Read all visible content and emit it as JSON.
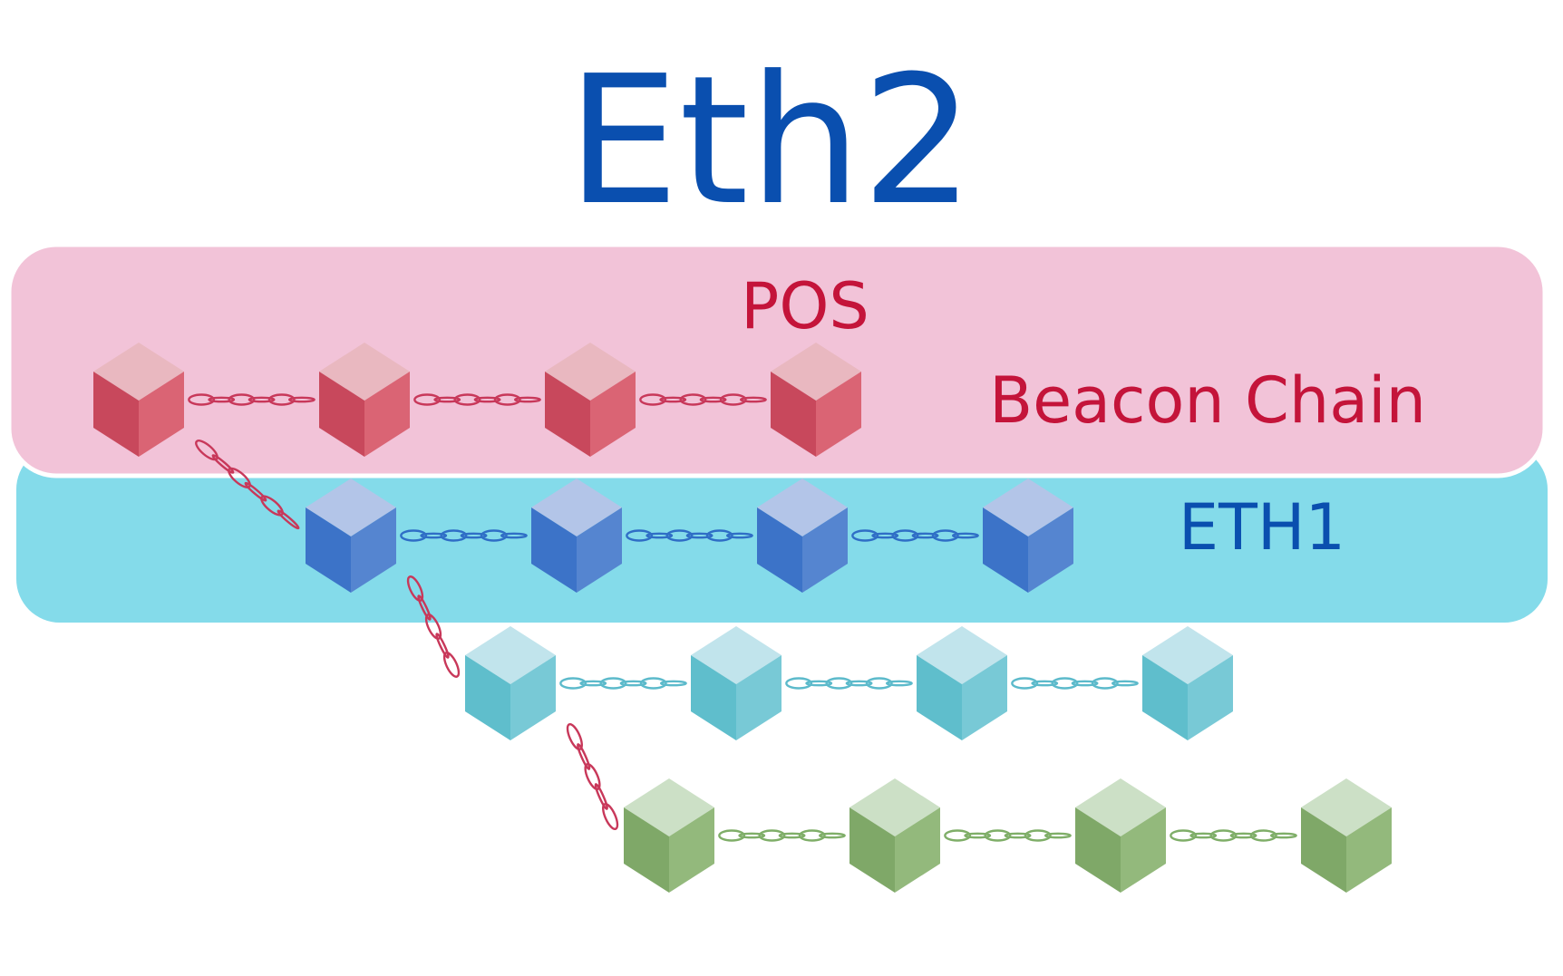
{
  "title": "Eth2",
  "colors": {
    "title": "#0a4faf",
    "pos_band": "#f2c3d8",
    "eth1_band": "#84dbea",
    "pos_text": "#c4143a",
    "eth1_text": "#0a4faf",
    "link_red": "#c8385a",
    "link_blue": "#2f6ec6",
    "link_cyan": "#5cbacb",
    "link_green": "#7fae68"
  },
  "bands": {
    "pos": {
      "label": "POS",
      "name": "Beacon Chain"
    },
    "eth1": {
      "label": "ETH1"
    }
  },
  "chains": [
    {
      "id": "beacon",
      "blocks": 4,
      "palette": {
        "top": "#e9b8c0",
        "left": "#c8485c",
        "right": "#da6474"
      },
      "link": "link_red"
    },
    {
      "id": "eth1",
      "blocks": 4,
      "palette": {
        "top": "#b3c5e8",
        "left": "#3c73c8",
        "right": "#5585d0"
      },
      "link": "link_blue"
    },
    {
      "id": "shard-1",
      "blocks": 4,
      "palette": {
        "top": "#c1e4ec",
        "left": "#5fbecc",
        "right": "#78c9d6"
      },
      "link": "link_cyan"
    },
    {
      "id": "shard-2",
      "blocks": 4,
      "palette": {
        "top": "#cce0c6",
        "left": "#7fa868",
        "right": "#93b97c"
      },
      "link": "link_green"
    }
  ],
  "crosslinks": {
    "count": 3,
    "link": "link_red"
  }
}
